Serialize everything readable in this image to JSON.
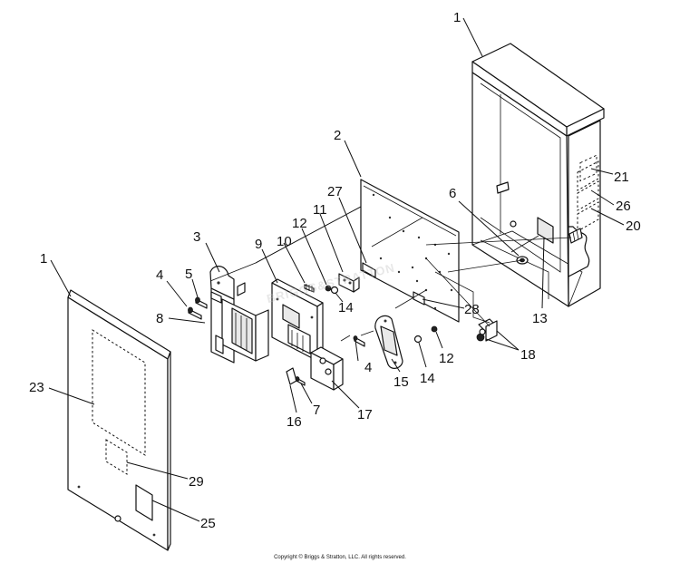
{
  "watermark_text": "BRIGGS&STRATTON",
  "copyright": "Copyright © Briggs & Stratton, LLC. All rights reserved.",
  "callouts": [
    "1",
    "1",
    "2",
    "3",
    "4",
    "4",
    "5",
    "6",
    "7",
    "8",
    "9",
    "10",
    "11",
    "12",
    "12",
    "13",
    "14",
    "14",
    "15",
    "16",
    "17",
    "18",
    "20",
    "21",
    "23",
    "25",
    "26",
    "27",
    "28",
    "29"
  ]
}
